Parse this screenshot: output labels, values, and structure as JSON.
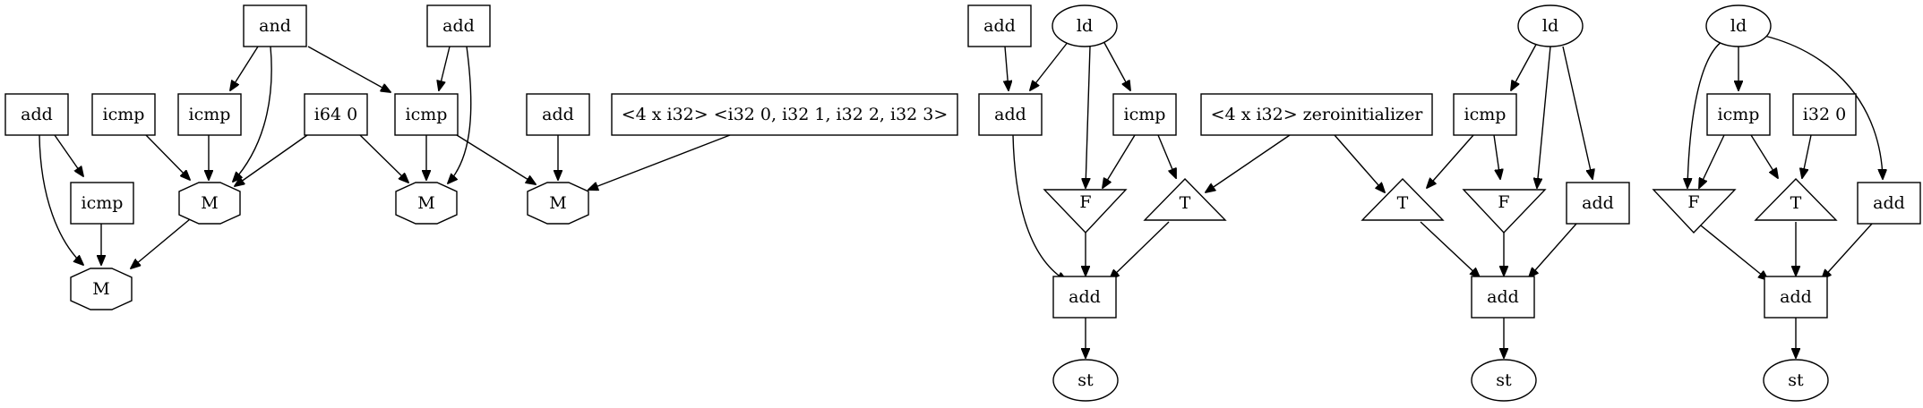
{
  "nodes": {
    "n1": {
      "label": "and"
    },
    "n2": {
      "label": "add"
    },
    "n3": {
      "label": "add"
    },
    "n4": {
      "label": "icmp"
    },
    "n5": {
      "label": "icmp"
    },
    "n6": {
      "label": "i64 0"
    },
    "n7": {
      "label": "icmp"
    },
    "n8": {
      "label": "add"
    },
    "n9": {
      "label": "<4 x i32> <i32 0, i32 1, i32 2, i32 3>"
    },
    "n10": {
      "label": "icmp"
    },
    "n11": {
      "label": "M"
    },
    "n12": {
      "label": "M"
    },
    "n13": {
      "label": "M"
    },
    "n14": {
      "label": "M"
    },
    "g1": {
      "label": "add"
    },
    "g2": {
      "label": "ld"
    },
    "g3": {
      "label": "add"
    },
    "g4": {
      "label": "icmp"
    },
    "g5": {
      "label": "F"
    },
    "g6": {
      "label": "T"
    },
    "g7": {
      "label": "add"
    },
    "g8": {
      "label": "st"
    },
    "h0": {
      "label": "<4 x i32> zeroinitializer"
    },
    "h1": {
      "label": "ld"
    },
    "h2": {
      "label": "icmp"
    },
    "h3": {
      "label": "T"
    },
    "h4": {
      "label": "F"
    },
    "h5": {
      "label": "add"
    },
    "h6": {
      "label": "add"
    },
    "h7": {
      "label": "st"
    },
    "k1": {
      "label": "ld"
    },
    "k2": {
      "label": "icmp"
    },
    "k3": {
      "label": "i32 0"
    },
    "k4": {
      "label": "F"
    },
    "k5": {
      "label": "T"
    },
    "k6": {
      "label": "add"
    },
    "k7": {
      "label": "add"
    },
    "k8": {
      "label": "st"
    }
  }
}
